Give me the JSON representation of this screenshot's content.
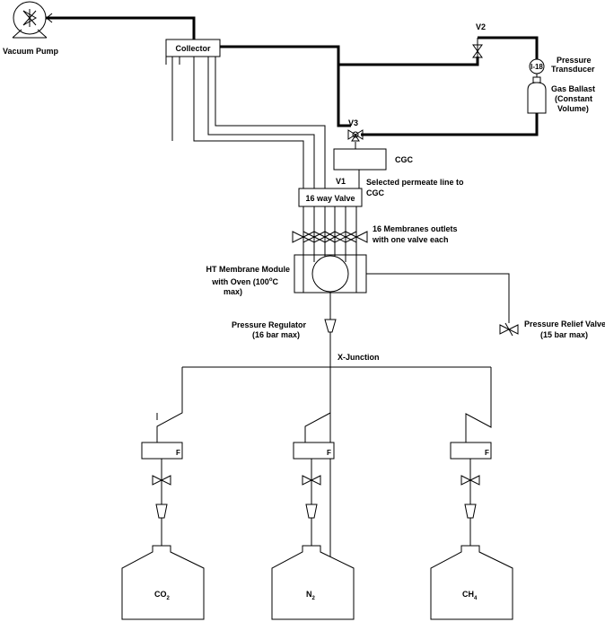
{
  "labels": {
    "vacuum_pump": "Vacuum Pump",
    "collector": "Collector",
    "v2": "V2",
    "pressure_transducer_1": "Pressure",
    "pressure_transducer_2": "Transducer",
    "gauge": "I-18",
    "gas_ballast_1": "Gas Ballast",
    "gas_ballast_2": "(Constant",
    "gas_ballast_3": "Volume)",
    "v3": "V3",
    "cgc": "CGC",
    "v1": "V1",
    "selected_line_1": "Selected permeate line to",
    "selected_line_2": "CGC",
    "sixteen_way_valve": "16 way Valve",
    "membranes_outlets_1": "16 Membranes outlets",
    "membranes_outlets_2": "with one valve each",
    "module_1": "HT Membrane Module",
    "module_2": "with Oven (100",
    "module_2_sup": "o",
    "module_2_end": "C",
    "module_3": "max)",
    "pressure_regulator_1": "Pressure Regulator",
    "pressure_regulator_2": "(16 bar max)",
    "relief_valve_1": "Pressure Relief Valve",
    "relief_valve_2": "(15 bar max)",
    "x_junction": "X-Junction",
    "flow_f": "F",
    "co2": "CO",
    "co2_sub": "2",
    "n2": "N",
    "n2_sub": "2",
    "ch4": "CH",
    "ch4_sub": "4"
  }
}
